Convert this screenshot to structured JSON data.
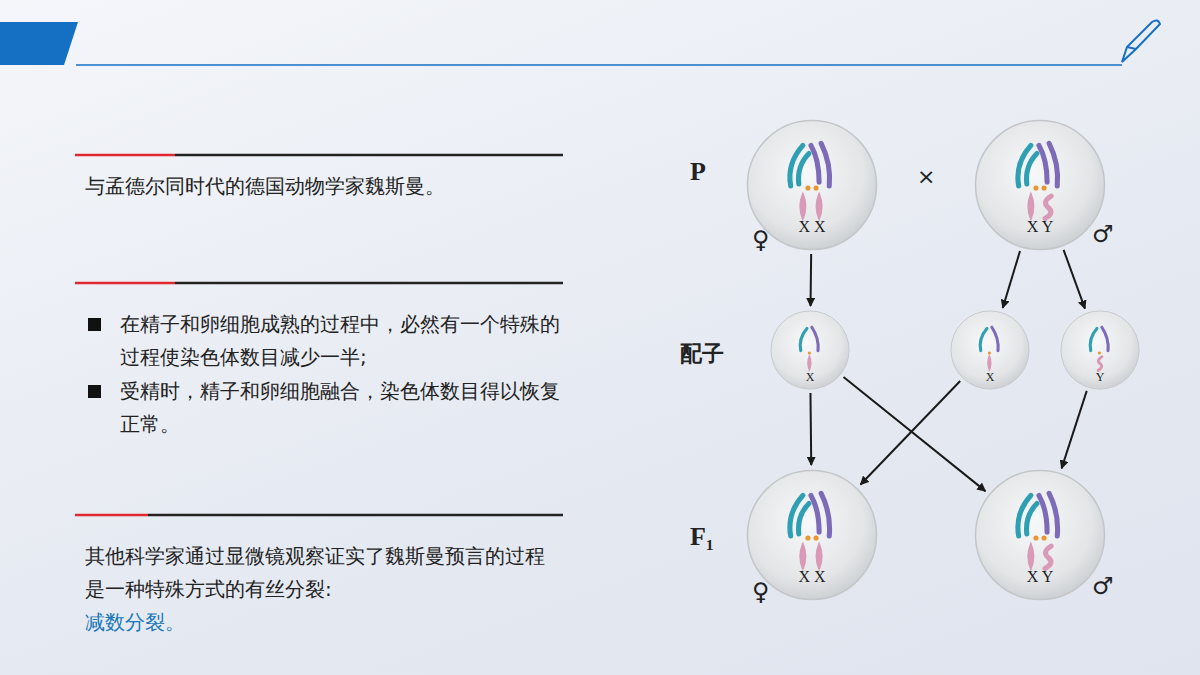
{
  "diagram": {
    "nodes": [
      {
        "text": [
          "X X"
        ]
      },
      {
        "text": [
          "X Y"
        ]
      },
      {
        "text": [
          "X"
        ]
      },
      {
        "text": [
          "X"
        ]
      },
      {
        "text": [
          "Y"
        ]
      },
      {
        "text": [
          "X X"
        ]
      },
      {
        "text": [
          "X Y"
        ]
      }
    ],
    "edges": [
      {
        "from": 0,
        "to": 2,
        "arrow": "to"
      },
      {
        "from": 1,
        "to": 3,
        "arrow": "to"
      },
      {
        "from": 1,
        "to": 4,
        "arrow": "to"
      },
      {
        "from": 2,
        "to": 5,
        "arrow": "to"
      },
      {
        "from": 2,
        "to": 6,
        "arrow": "to"
      },
      {
        "from": 3,
        "to": 5,
        "arrow": "to"
      },
      {
        "from": 4,
        "to": 6,
        "arrow": "to"
      }
    ],
    "labels": [
      "与孟德尔同时代的德国动物学家魏斯曼。",
      "在精子和卵细胞成熟的过程中，必然有一个特殊的过程使染色体数目减少一半;",
      "受精时，精子和卵细胞融合，染色体数目得以恢复正常。",
      "其他科学家通过显微镜观察证实了魏斯曼预言的过程是一种特殊方式的有丝分裂:",
      "减数分裂。",
      "P",
      "×",
      "♀",
      "♂",
      "配子",
      "F₁",
      "♀",
      "♂"
    ]
  }
}
